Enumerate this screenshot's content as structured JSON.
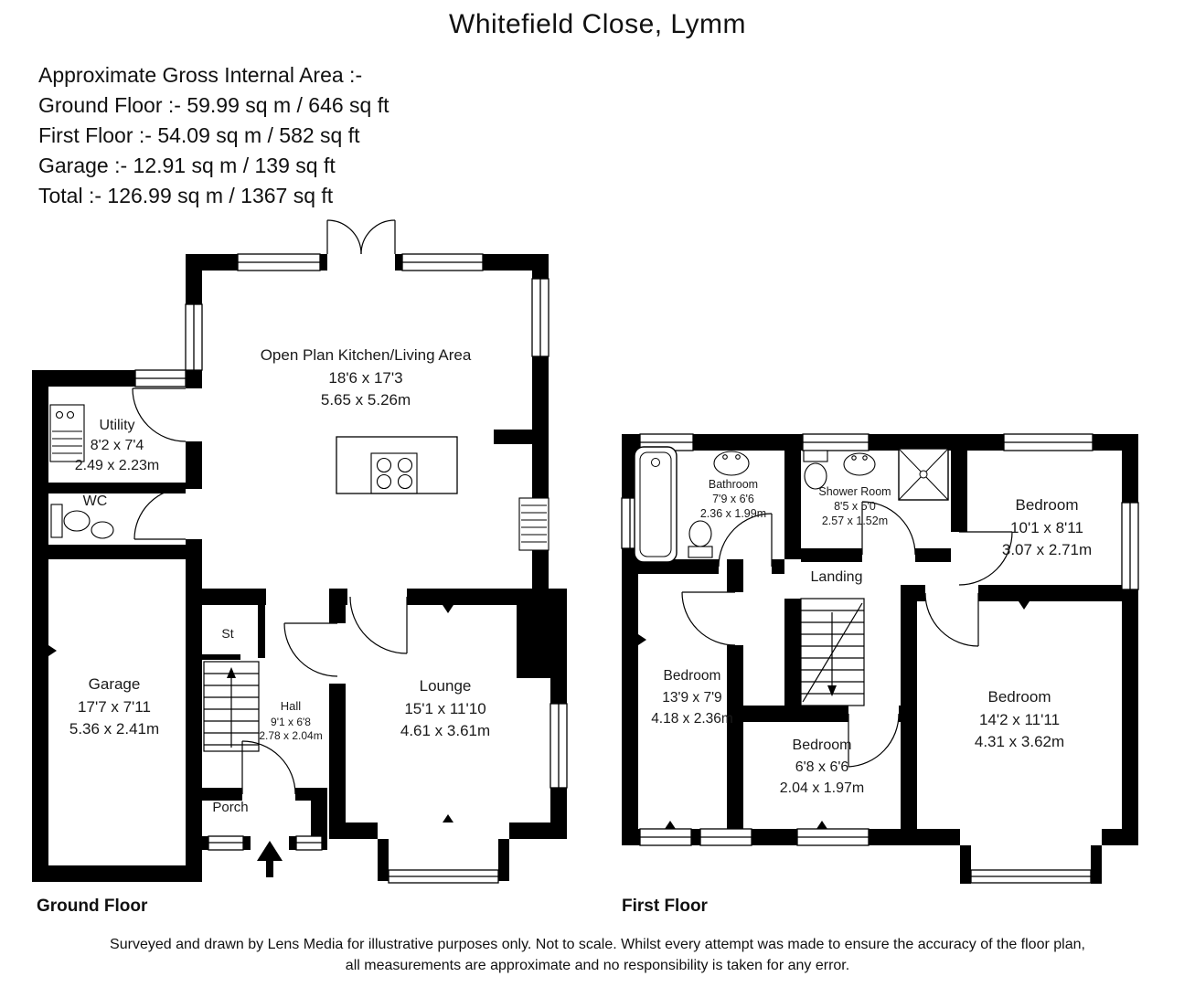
{
  "title": "Whitefield Close, Lymm",
  "area_summary": {
    "heading": "Approximate Gross Internal Area :-",
    "ground": "Ground Floor :- 59.99 sq m / 646 sq ft",
    "first": "First Floor :- 54.09 sq m / 582 sq ft",
    "garage": "Garage :- 12.91 sq m / 139 sq ft",
    "total": "Total :- 126.99 sq m / 1367 sq ft"
  },
  "ground_floor": {
    "label": "Ground Floor",
    "rooms": {
      "kitchen": {
        "name": "Open Plan Kitchen/Living Area",
        "imperial": "18'6 x 17'3",
        "metric": "5.65 x 5.26m"
      },
      "utility": {
        "name": "Utility",
        "imperial": "8'2 x 7'4",
        "metric": "2.49 x 2.23m"
      },
      "wc": {
        "name": "WC"
      },
      "store": {
        "name": "St"
      },
      "hall": {
        "name": "Hall",
        "imperial": "9'1 x 6'8",
        "metric": "2.78 x 2.04m"
      },
      "garage": {
        "name": "Garage",
        "imperial": "17'7 x 7'11",
        "metric": "5.36 x 2.41m"
      },
      "lounge": {
        "name": "Lounge",
        "imperial": "15'1 x 11'10",
        "metric": "4.61 x 3.61m"
      },
      "porch": {
        "name": "Porch"
      }
    }
  },
  "first_floor": {
    "label": "First Floor",
    "rooms": {
      "bathroom": {
        "name": "Bathroom",
        "imperial": "7'9 x 6'6",
        "metric": "2.36 x 1.99m"
      },
      "shower_room": {
        "name": "Shower Room",
        "imperial": "8'5 x 5'0",
        "metric": "2.57 x 1.52m"
      },
      "landing": {
        "name": "Landing"
      },
      "bedroom_back": {
        "name": "Bedroom",
        "imperial": "10'1 x 8'11",
        "metric": "3.07 x 2.71m"
      },
      "bedroom_left": {
        "name": "Bedroom",
        "imperial": "13'9 x 7'9",
        "metric": "4.18 x 2.36m"
      },
      "bedroom_middle": {
        "name": "Bedroom",
        "imperial": "6'8 x 6'6",
        "metric": "2.04 x 1.97m"
      },
      "bedroom_front": {
        "name": "Bedroom",
        "imperial": "14'2 x 11'11",
        "metric": "4.31 x 3.62m"
      }
    }
  },
  "footer": {
    "line1": "Surveyed and drawn by Lens Media for illustrative purposes only. Not to scale. Whilst every attempt was made to ensure the accuracy of the floor plan,",
    "line2": "all measurements are approximate and no responsibility is taken for any error."
  }
}
